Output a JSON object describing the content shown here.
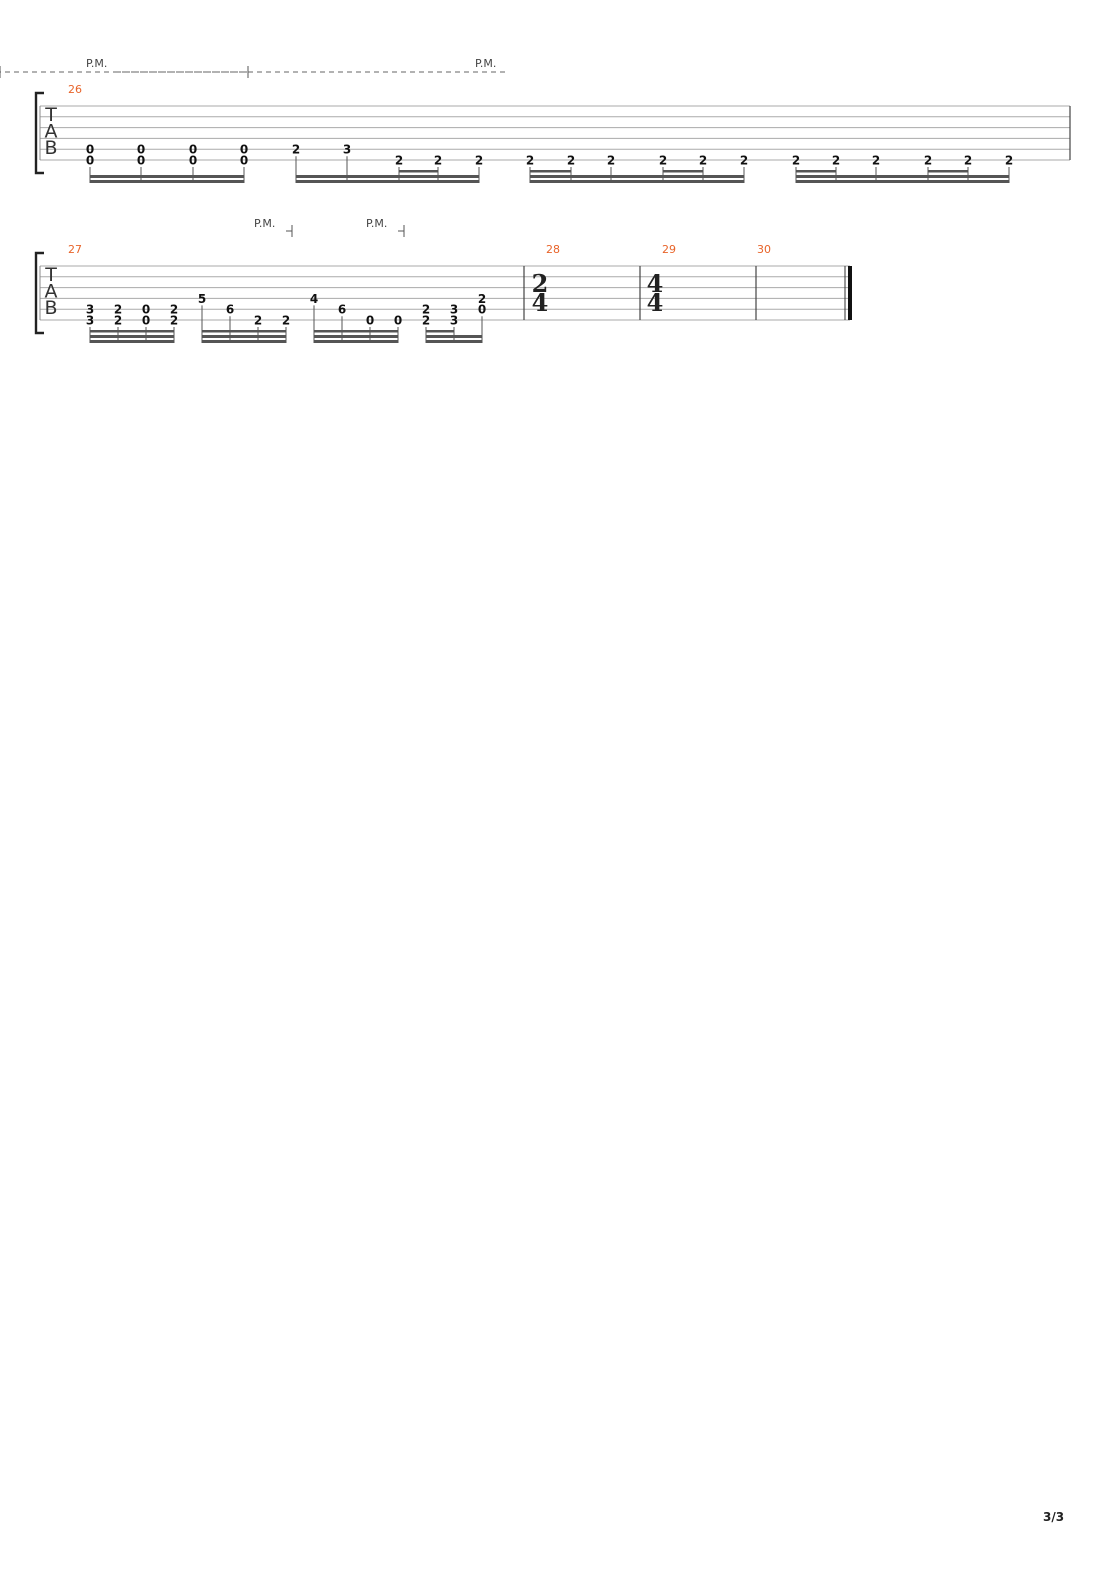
{
  "page_number": "3/3",
  "clef": [
    "T",
    "A",
    "B"
  ],
  "pm_label": "P.M.",
  "measure_color": "#e8642a",
  "systems": [
    {
      "measures": [
        {
          "number": "26",
          "palm_mutes": [
            {
              "label": "P.M.",
              "from_note": 0,
              "to_note": 3
            },
            {
              "label": "P.M.",
              "from_note": 8,
              "to_note": 23
            }
          ],
          "beam_groups": [
            {
              "notes": [
                0,
                1,
                2,
                3
              ],
              "inner_beams": []
            },
            {
              "notes": [
                4,
                5,
                6,
                7,
                8
              ],
              "inner_beams": [
                [
                  6,
                  7
                ]
              ]
            },
            {
              "notes": [
                9,
                10,
                11,
                12,
                13,
                14
              ],
              "inner_beams": [
                [
                  9,
                  10
                ],
                [
                  12,
                  13
                ]
              ]
            },
            {
              "notes": [
                15,
                16,
                17,
                18,
                19,
                20
              ],
              "inner_beams": [
                [
                  15,
                  16
                ],
                [
                  18,
                  19
                ]
              ]
            }
          ],
          "notes": [
            {
              "frets": [
                {
                  "s": 4,
                  "f": "0"
                },
                {
                  "s": 5,
                  "f": "0"
                }
              ]
            },
            {
              "frets": [
                {
                  "s": 4,
                  "f": "0"
                },
                {
                  "s": 5,
                  "f": "0"
                }
              ]
            },
            {
              "frets": [
                {
                  "s": 4,
                  "f": "0"
                },
                {
                  "s": 5,
                  "f": "0"
                }
              ]
            },
            {
              "frets": [
                {
                  "s": 4,
                  "f": "0"
                },
                {
                  "s": 5,
                  "f": "0"
                }
              ]
            },
            {
              "frets": [
                {
                  "s": 4,
                  "f": "2"
                }
              ]
            },
            {
              "frets": [
                {
                  "s": 4,
                  "f": "3"
                }
              ]
            },
            {
              "frets": [
                {
                  "s": 5,
                  "f": "2"
                }
              ]
            },
            {
              "frets": [
                {
                  "s": 5,
                  "f": "2"
                }
              ]
            },
            {
              "frets": [
                {
                  "s": 5,
                  "f": "2"
                }
              ]
            },
            {
              "frets": [
                {
                  "s": 5,
                  "f": "2"
                }
              ]
            },
            {
              "frets": [
                {
                  "s": 5,
                  "f": "2"
                }
              ]
            },
            {
              "frets": [
                {
                  "s": 5,
                  "f": "2"
                }
              ]
            },
            {
              "frets": [
                {
                  "s": 5,
                  "f": "2"
                }
              ]
            },
            {
              "frets": [
                {
                  "s": 5,
                  "f": "2"
                }
              ]
            },
            {
              "frets": [
                {
                  "s": 5,
                  "f": "2"
                }
              ]
            },
            {
              "frets": [
                {
                  "s": 5,
                  "f": "2"
                }
              ]
            },
            {
              "frets": [
                {
                  "s": 5,
                  "f": "2"
                }
              ]
            },
            {
              "frets": [
                {
                  "s": 5,
                  "f": "2"
                }
              ]
            },
            {
              "frets": [
                {
                  "s": 5,
                  "f": "2"
                }
              ]
            },
            {
              "frets": [
                {
                  "s": 5,
                  "f": "2"
                }
              ]
            },
            {
              "frets": [
                {
                  "s": 5,
                  "f": "2"
                }
              ]
            }
          ]
        }
      ]
    },
    {
      "measures": [
        {
          "number": "27",
          "palm_mutes": [
            {
              "label": "P.M.",
              "from_note": 5,
              "to_note": 5,
              "short": true
            },
            {
              "label": "P.M.",
              "from_note": 9,
              "to_note": 9,
              "short": true
            }
          ],
          "beam_groups": [
            {
              "notes": [
                0,
                1,
                2,
                3
              ],
              "inner_beams": [
                [
                  0,
                  3
                ]
              ]
            },
            {
              "notes": [
                4,
                5,
                6,
                7
              ],
              "inner_beams": [
                [
                  4,
                  7
                ]
              ]
            },
            {
              "notes": [
                8,
                9,
                10,
                11
              ],
              "inner_beams": [
                [
                  8,
                  11
                ]
              ]
            },
            {
              "notes": [
                12,
                13,
                14
              ],
              "inner_beams": [
                [
                  12,
                  13
                ]
              ]
            }
          ],
          "notes": [
            {
              "frets": [
                {
                  "s": 4,
                  "f": "3"
                },
                {
                  "s": 5,
                  "f": "3"
                }
              ]
            },
            {
              "frets": [
                {
                  "s": 4,
                  "f": "2"
                },
                {
                  "s": 5,
                  "f": "2"
                }
              ]
            },
            {
              "frets": [
                {
                  "s": 4,
                  "f": "0"
                },
                {
                  "s": 5,
                  "f": "0"
                }
              ]
            },
            {
              "frets": [
                {
                  "s": 4,
                  "f": "2"
                },
                {
                  "s": 5,
                  "f": "2"
                }
              ]
            },
            {
              "frets": [
                {
                  "s": 3,
                  "f": "5"
                }
              ]
            },
            {
              "frets": [
                {
                  "s": 4,
                  "f": "6"
                }
              ]
            },
            {
              "frets": [
                {
                  "s": 5,
                  "f": "2"
                }
              ]
            },
            {
              "frets": [
                {
                  "s": 5,
                  "f": "2"
                }
              ]
            },
            {
              "frets": [
                {
                  "s": 3,
                  "f": "4"
                }
              ]
            },
            {
              "frets": [
                {
                  "s": 4,
                  "f": "6"
                }
              ]
            },
            {
              "frets": [
                {
                  "s": 5,
                  "f": "0"
                }
              ]
            },
            {
              "frets": [
                {
                  "s": 5,
                  "f": "0"
                }
              ]
            },
            {
              "frets": [
                {
                  "s": 4,
                  "f": "2"
                },
                {
                  "s": 5,
                  "f": "2"
                }
              ]
            },
            {
              "frets": [
                {
                  "s": 4,
                  "f": "3"
                },
                {
                  "s": 5,
                  "f": "3"
                }
              ]
            },
            {
              "frets": [
                {
                  "s": 3,
                  "f": "2"
                },
                {
                  "s": 4,
                  "f": "0"
                }
              ]
            }
          ]
        },
        {
          "number": "28",
          "time_signature": [
            "2",
            "4"
          ]
        },
        {
          "number": "29",
          "time_signature": [
            "4",
            "4"
          ]
        },
        {
          "number": "30",
          "final": true
        }
      ]
    }
  ]
}
